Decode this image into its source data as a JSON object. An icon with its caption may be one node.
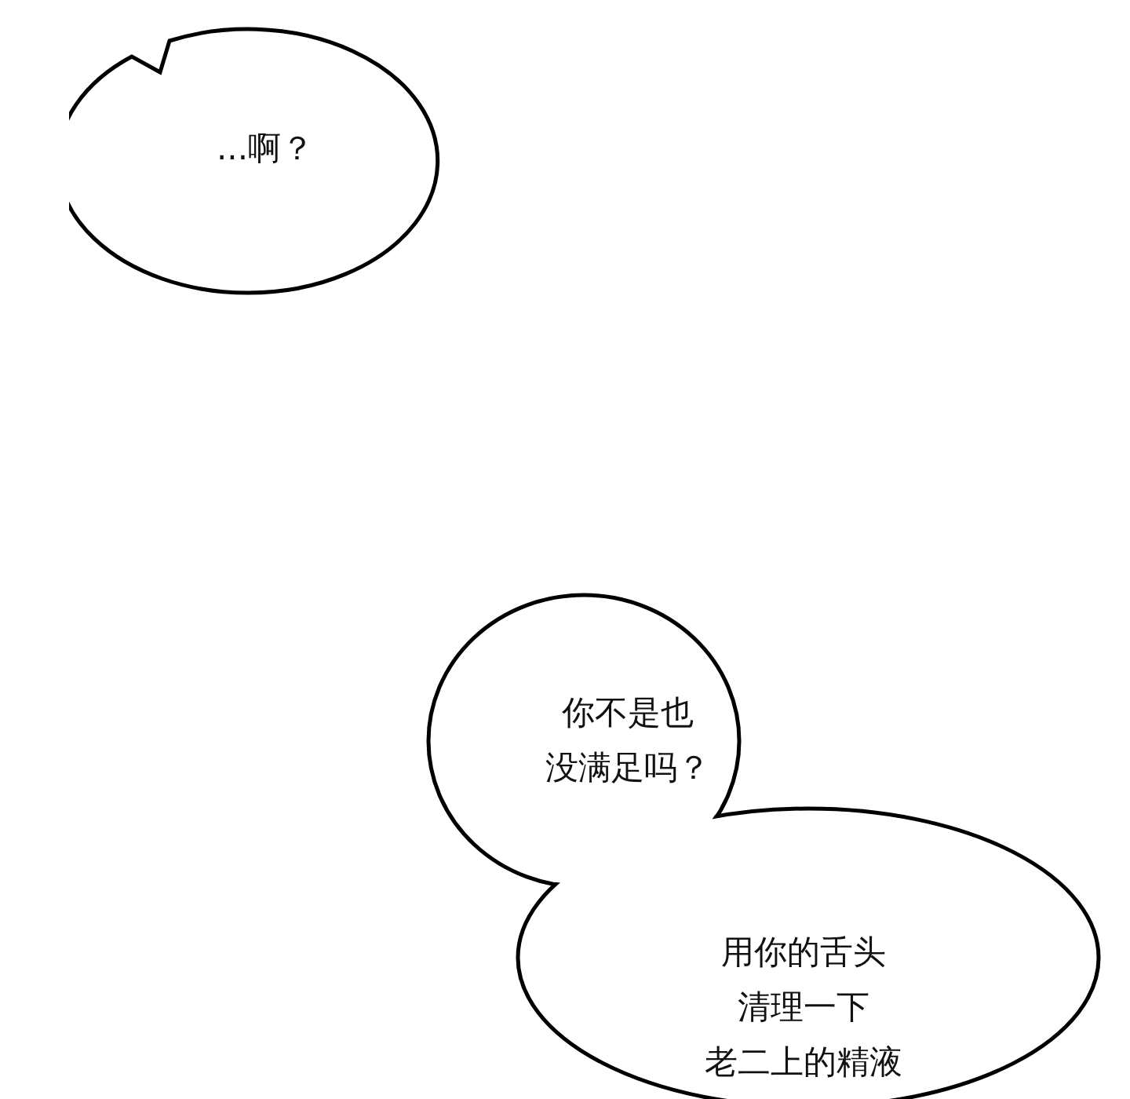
{
  "diagram": {
    "nodes": [
      {
        "text": [
          "...啊？"
        ]
      },
      {
        "text": [
          "你不是也没满足吗？"
        ]
      },
      {
        "text": [
          "用你的舌头清理一下老二上的精液"
        ]
      }
    ]
  }
}
